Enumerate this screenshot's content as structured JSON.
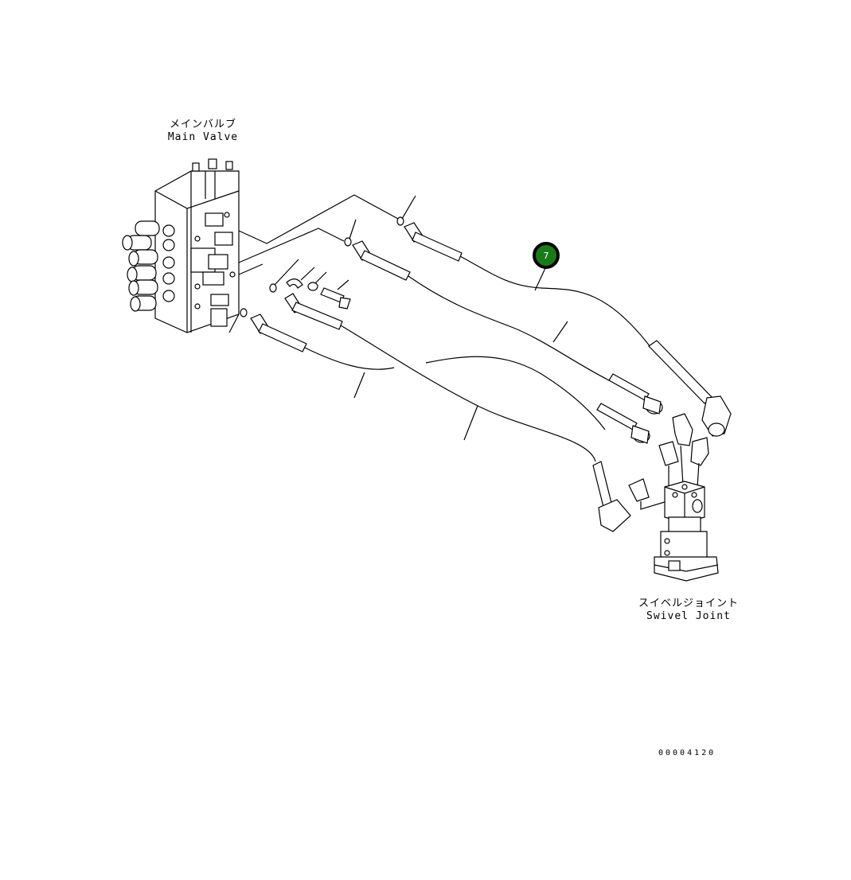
{
  "labels": {
    "main_valve_jp": "メインバルブ",
    "main_valve_en": "Main Valve",
    "swivel_joint_jp": "スイベルジョイント",
    "swivel_joint_en": "Swivel Joint"
  },
  "callout": {
    "number": "7",
    "color": "#1a7a1a"
  },
  "drawing_number": "00004120"
}
